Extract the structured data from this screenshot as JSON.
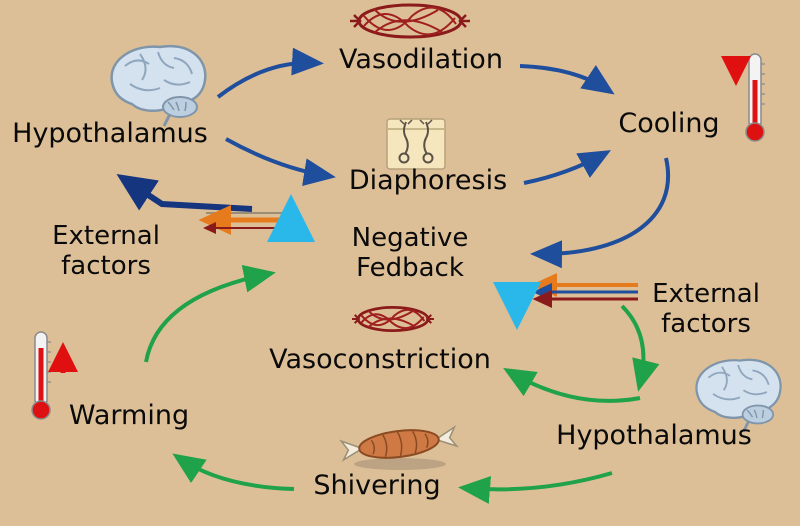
{
  "title": "Thermoregulation negative feedback diagram",
  "labels": {
    "vasodilation": "Vasodilation",
    "hypothalamus_top": "Hypothalamus",
    "cooling": "Cooling",
    "diaphoresis": "Diaphoresis",
    "negative_feedback_line1": "Negative",
    "negative_feedback_line2": "Fedback",
    "external_left_line1": "External",
    "external_left_line2": "factors",
    "external_right_line1": "External",
    "external_right_line2": "factors",
    "vasoconstriction": "Vasoconstriction",
    "warming": "Warming",
    "shivering": "Shivering",
    "hypothalamus_bottom": "Hypothalamus"
  },
  "icons": [
    "brain-icon-top-left",
    "brain-icon-bottom-right",
    "blood-vessel-icon-top",
    "blood-vessel-icon-middle",
    "sweat-gland-skin-icon",
    "thermometer-down-icon",
    "thermometer-up-icon",
    "muscle-icon"
  ],
  "colors": {
    "background": "#ddbf97",
    "cooling_loop_arrow": "#1f4e9c",
    "warming_loop_arrow": "#1fa24a",
    "external_cyan_arrow": "#2ab7e9",
    "external_orange_arrow": "#e57b1d",
    "external_darkred_arrow": "#8b1a1a",
    "navy_thick_arrow": "#16357f",
    "temperature_arrow_red": "#e01010",
    "vessel_outline": "#8b1a1a",
    "text": "#0a0a0a"
  }
}
